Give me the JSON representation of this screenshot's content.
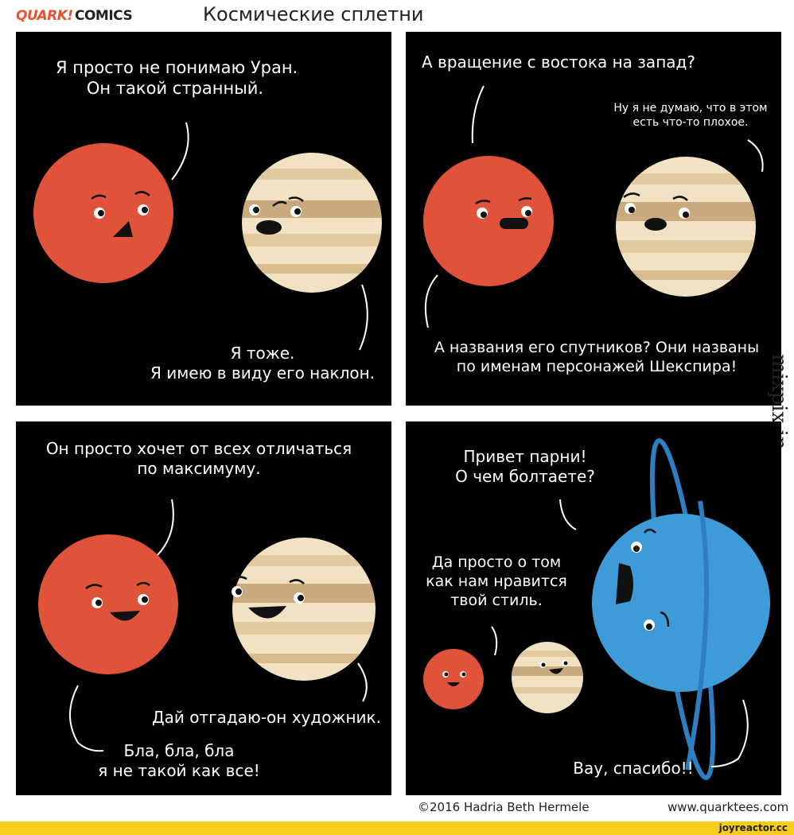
{
  "header": {
    "brand_quark": "QUARK!",
    "brand_comics": "COMICS",
    "title": "Космические сплетни"
  },
  "watermark": "mixpix.in",
  "panels": {
    "p1": {
      "bubble_top": [
        "Я просто не понимаю Уран.",
        "Он такой странный."
      ],
      "bubble_bottom": [
        "Я тоже.",
        "Я имею в виду его наклон."
      ]
    },
    "p2": {
      "bubble_top": [
        "А вращение с востока на запад?"
      ],
      "bubble_mid": [
        "Ну я не думаю, что в этом",
        "есть что-то плохое."
      ],
      "bubble_bottom": [
        "А названия его спутников? Они названы",
        "по именам персонажей Шекспира!"
      ]
    },
    "p3": {
      "bubble_top": [
        "Он просто хочет от всех отличаться",
        "по максимуму."
      ],
      "bubble_mid": [
        "Дай отгадаю-он художник."
      ],
      "bubble_bottom": [
        "Бла, бла, бла",
        "я не такой как все!"
      ]
    },
    "p4": {
      "bubble_top": [
        "Привет парни!",
        "О чем болтаете?"
      ],
      "bubble_mid": [
        "Да просто о том",
        "как нам нравится",
        "твой стиль."
      ],
      "bubble_bottom": [
        "Вау, спасибо!!"
      ]
    }
  },
  "footer": {
    "copyright": "©2016 Hadria Beth Hermele",
    "site": "www.quarktees.com",
    "joyreactor": "joyreactor.cc"
  },
  "colors": {
    "panel_bg": "#000000",
    "mars_red": "#e0533a",
    "venus_light": "#f1e2c4",
    "venus_band": "#caa97e",
    "uranus_blue": "#3f9ad8",
    "uranus_ring": "#2d7fc2",
    "footer_yellow": "#f7cc1b"
  }
}
